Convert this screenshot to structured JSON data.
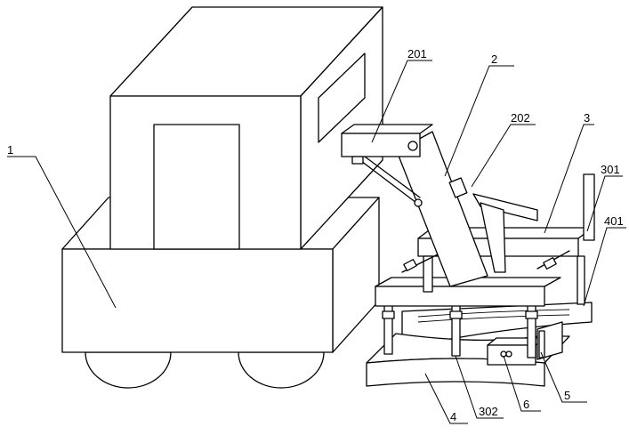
{
  "figure": {
    "callouts": [
      {
        "id": "c1",
        "label": "1"
      },
      {
        "id": "c201",
        "label": "201"
      },
      {
        "id": "c2",
        "label": "2"
      },
      {
        "id": "c202",
        "label": "202"
      },
      {
        "id": "c3",
        "label": "3"
      },
      {
        "id": "c301",
        "label": "301"
      },
      {
        "id": "c401",
        "label": "401"
      },
      {
        "id": "c5",
        "label": "5"
      },
      {
        "id": "c6",
        "label": "6"
      },
      {
        "id": "c302",
        "label": "302"
      },
      {
        "id": "c4",
        "label": "4"
      }
    ]
  }
}
